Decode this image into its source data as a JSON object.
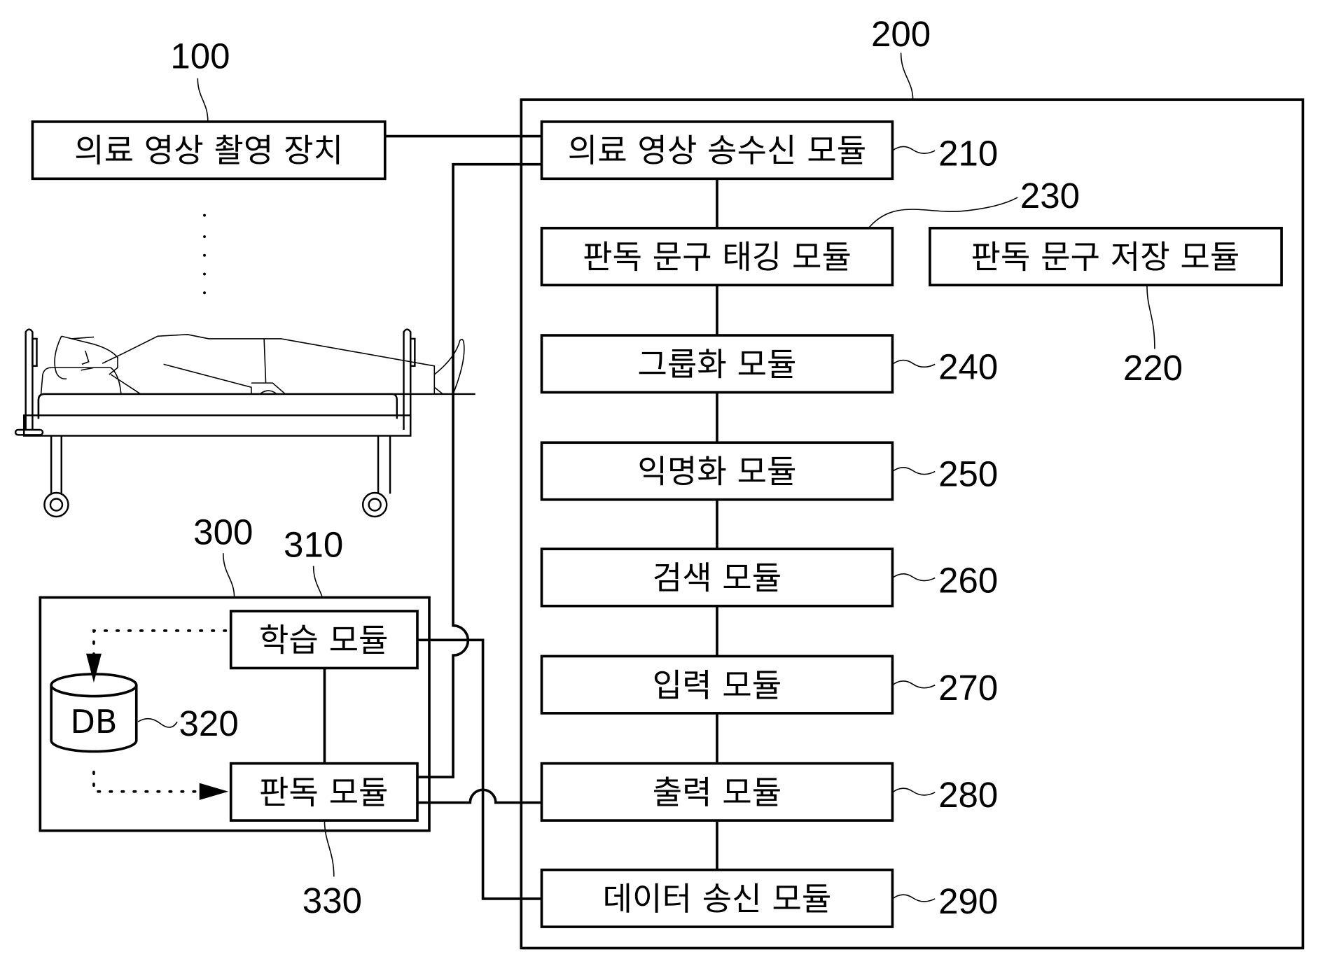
{
  "refs": {
    "r100": "100",
    "r200": "200",
    "r210": "210",
    "r220": "220",
    "r230": "230",
    "r240": "240",
    "r250": "250",
    "r260": "260",
    "r270": "270",
    "r280": "280",
    "r290": "290",
    "r300": "300",
    "r310": "310",
    "r320": "320",
    "r330": "330"
  },
  "device": {
    "label": "의료 영상 촬영 장치",
    "icon": "patient-bed-icon"
  },
  "server": {
    "modules": {
      "m210": "의료 영상 송수신 모듈",
      "m230": "판독 문구 태깅 모듈",
      "m220": "판독 문구 저장 모듈",
      "m240": "그룹화 모듈",
      "m250": "익명화 모듈",
      "m260": "검색 모듈",
      "m270": "입력 모듈",
      "m280": "출력 모듈",
      "m290": "데이터 송신 모듈"
    }
  },
  "analysis": {
    "m310": "학습 모듈",
    "m330": "판독 모듈",
    "db": "DB"
  }
}
